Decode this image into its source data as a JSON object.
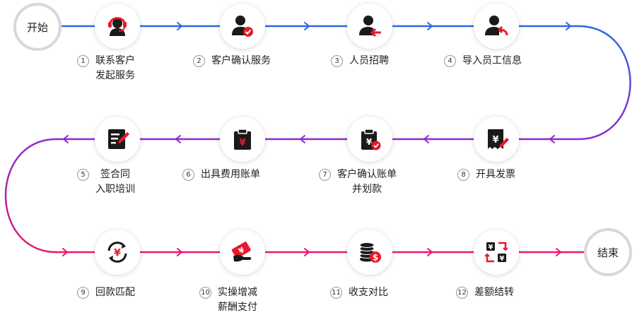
{
  "colors": {
    "blue": "#2a6be0",
    "purple": "#8a2ad6",
    "pink": "#e8196d",
    "icon_dark": "#1a1a1a",
    "icon_red": "#e8192c",
    "terminal_border": "#d8d8d8"
  },
  "start_label": "开始",
  "end_label": "结束",
  "steps": [
    {
      "num": "1",
      "text": [
        "联系客户",
        "发起服务"
      ],
      "icon": "headset-agent-icon"
    },
    {
      "num": "2",
      "text": [
        "客户确认服务"
      ],
      "icon": "user-check-icon"
    },
    {
      "num": "3",
      "text": [
        "人员招聘"
      ],
      "icon": "user-arrow-in-icon"
    },
    {
      "num": "4",
      "text": [
        "导入员工信息"
      ],
      "icon": "user-import-icon"
    },
    {
      "num": "5",
      "text": [
        "签合同",
        "入职培训"
      ],
      "icon": "contract-sign-icon"
    },
    {
      "num": "6",
      "text": [
        "出具费用账单"
      ],
      "icon": "bill-yen-icon"
    },
    {
      "num": "7",
      "text": [
        "客户确认账单",
        "并划款"
      ],
      "icon": "bill-confirm-icon"
    },
    {
      "num": "8",
      "text": [
        "开具发票"
      ],
      "icon": "invoice-pen-icon"
    },
    {
      "num": "9",
      "text": [
        "回款匹配"
      ],
      "icon": "refund-cycle-icon"
    },
    {
      "num": "10",
      "text": [
        "实操增减",
        "薪酬支付"
      ],
      "icon": "payment-card-icon"
    },
    {
      "num": "11",
      "text": [
        "收支对比"
      ],
      "icon": "coins-dollar-icon"
    },
    {
      "num": "12",
      "text": [
        "差额结转"
      ],
      "icon": "exchange-yen-icon"
    }
  ]
}
